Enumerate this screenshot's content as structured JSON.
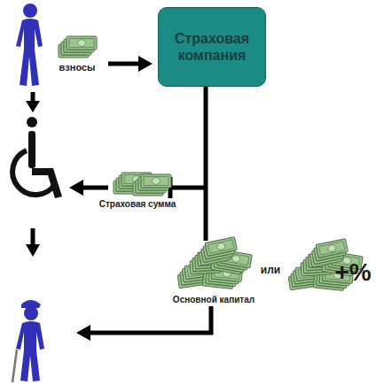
{
  "diagram": {
    "nodes": [
      {
        "text": [
          "Страховая компания"
        ]
      }
    ],
    "labels": [
      "взносы",
      "Страховая сумма",
      "Основной капитал",
      "или",
      "+%"
    ]
  }
}
